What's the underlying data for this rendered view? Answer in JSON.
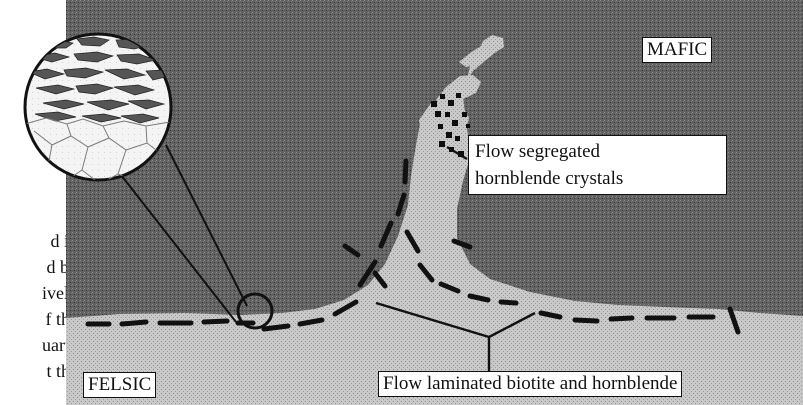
{
  "labels": {
    "mafic": "MAFIC",
    "felsic": "FELSIC",
    "segregated_line1": "Flow segregated",
    "segregated_line2": "hornblende crystals",
    "laminated": "Flow laminated biotite and hornblende"
  },
  "left_text": [
    "d in",
    "d by",
    "ively",
    "f the",
    "uartz",
    "t the"
  ],
  "colors": {
    "mafic_background": "#5a5a5a",
    "felsic_stipple": "#bdbdbd",
    "ink": "#111111"
  }
}
